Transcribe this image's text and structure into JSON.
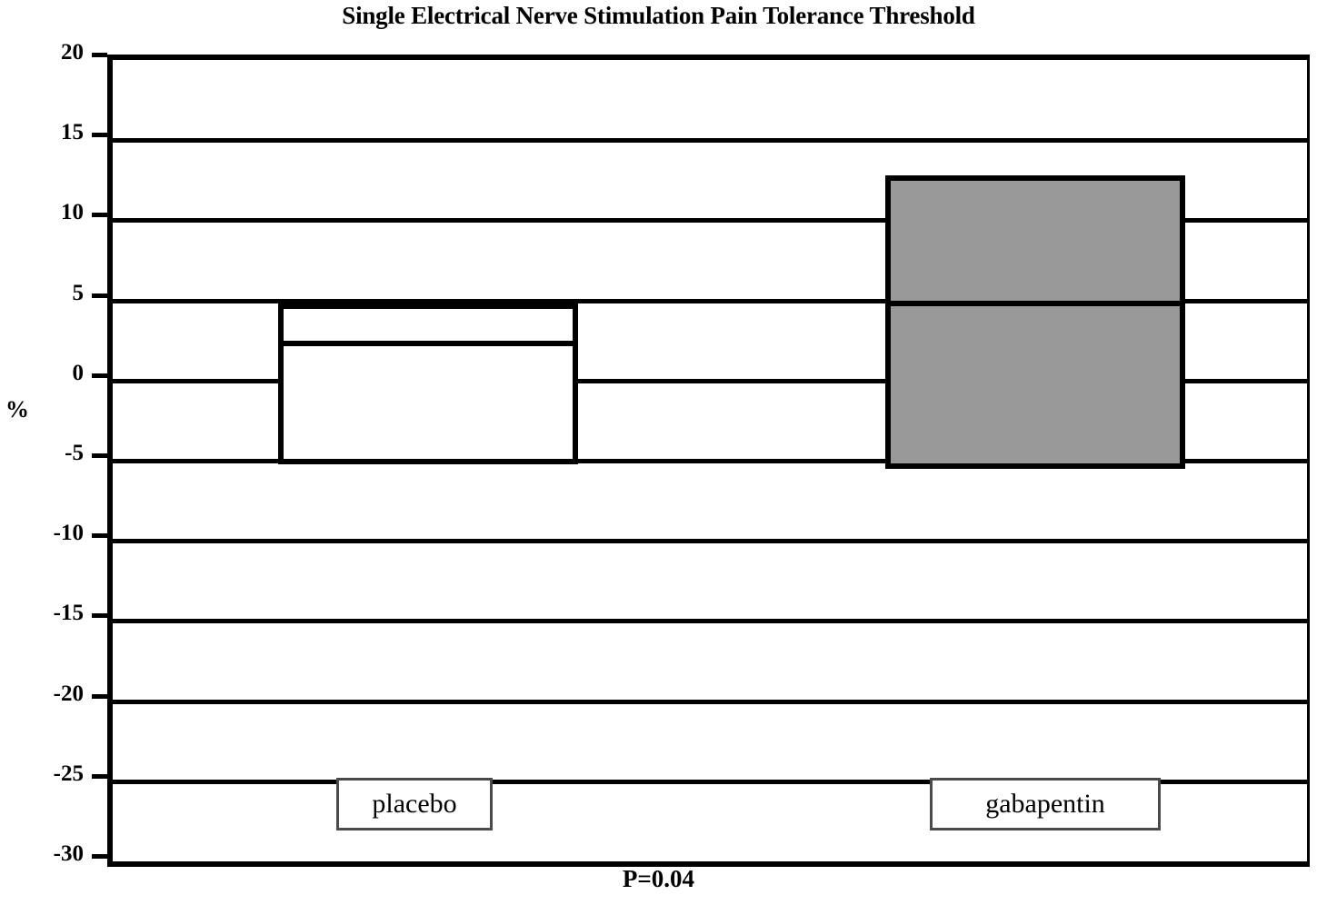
{
  "chart_data": {
    "type": "box",
    "title": "Single Electrical Nerve Stimulation Pain Tolerance Threshold",
    "xlabel": "",
    "ylabel": "%",
    "ylim": [
      -30,
      20
    ],
    "yticks": [
      20,
      15,
      10,
      5,
      0,
      -5,
      -10,
      -15,
      -20,
      -25,
      -30
    ],
    "ytick_labels": [
      "20",
      "15",
      "10",
      "5",
      "0",
      "-5",
      "-10",
      "-15",
      "-20",
      "-25",
      "-30"
    ],
    "grid": true,
    "legend": "none",
    "annotation": "P=0.04",
    "categories": [
      "placebo",
      "gabapentin"
    ],
    "series": [
      {
        "name": "placebo",
        "box_top": 4.8,
        "median": 2.3,
        "box_bottom": -5.2,
        "fill": "#ffffff",
        "edge": "#000000"
      },
      {
        "name": "gabapentin",
        "box_top": 12.8,
        "median": 4.8,
        "box_bottom": -5.5,
        "fill": "#999999",
        "edge": "#000000"
      }
    ]
  },
  "axis": {
    "y_label": "%",
    "ticks": [
      {
        "label": "20"
      },
      {
        "label": "15"
      },
      {
        "label": "10"
      },
      {
        "label": "5"
      },
      {
        "label": "0"
      },
      {
        "label": "-5"
      },
      {
        "label": "-10"
      },
      {
        "label": "-15"
      },
      {
        "label": "-20"
      },
      {
        "label": "-25"
      },
      {
        "label": "-30"
      }
    ]
  },
  "title": "Single Electrical Nerve Stimulation Pain Tolerance Threshold",
  "categories": [
    {
      "label": "placebo"
    },
    {
      "label": "gabapentin"
    }
  ],
  "footer": {
    "p_value": "P=0.04"
  },
  "colors": {
    "placebo_fill": "#ffffff",
    "gabapentin_fill": "#999999",
    "edge": "#000000"
  }
}
